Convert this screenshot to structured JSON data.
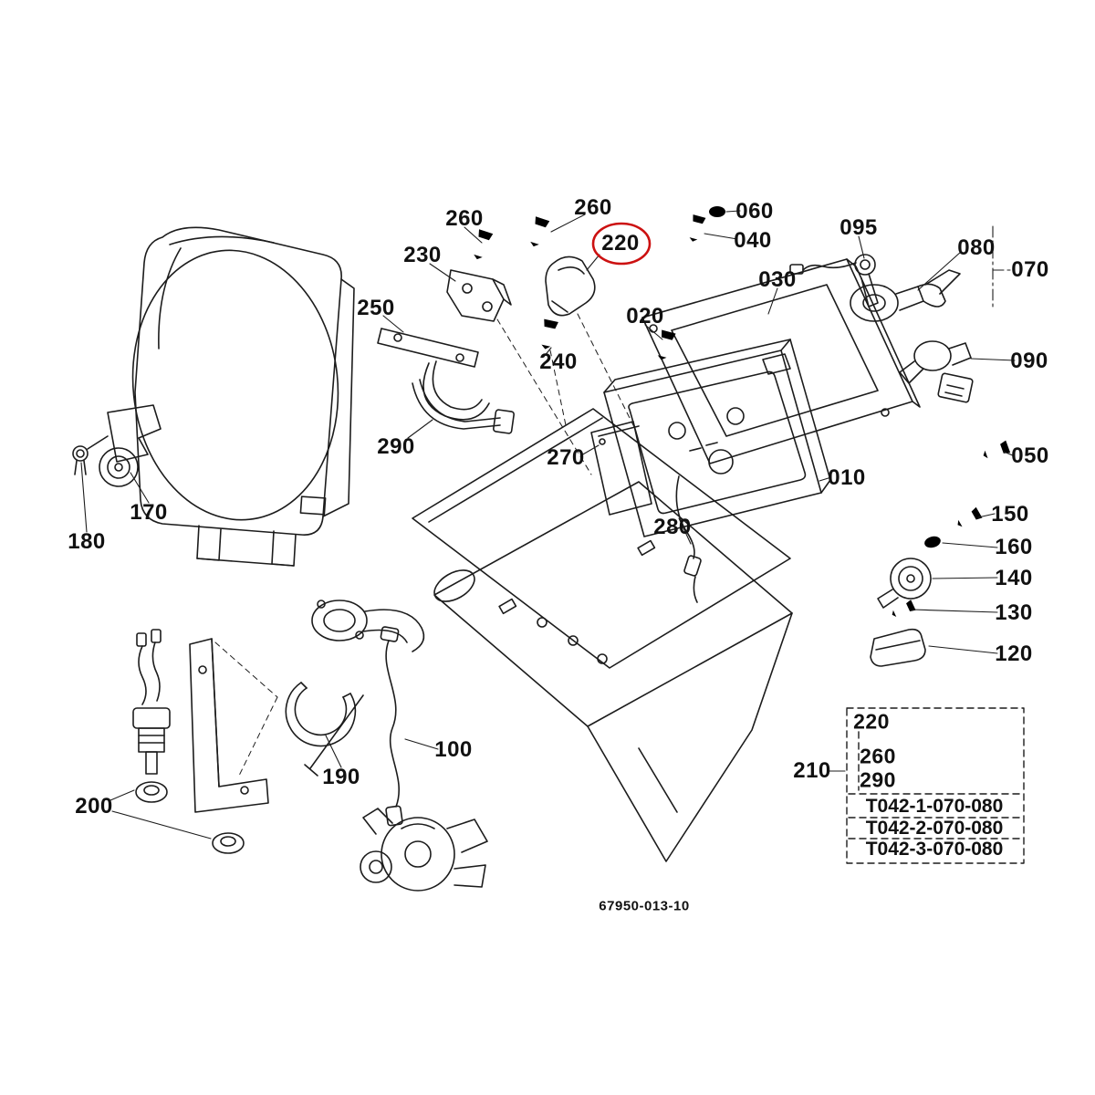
{
  "diagram": {
    "drawing_number": "67950-013-10",
    "highlight": {
      "part": "220",
      "color": "#cc1111"
    },
    "labels": {
      "l260a": "260",
      "l230": "230",
      "l260b": "260",
      "l220": "220",
      "l060": "060",
      "l040": "040",
      "l095": "095",
      "l080": "080",
      "l070": "070",
      "l030": "030",
      "l250": "250",
      "l020": "020",
      "l240": "240",
      "l090": "090",
      "l290": "290",
      "l270": "270",
      "l010": "010",
      "l050": "050",
      "l150": "150",
      "l160": "160",
      "l170": "170",
      "l180": "180",
      "l280": "280",
      "l140": "140",
      "l130": "130",
      "l120": "120",
      "l100": "100",
      "l190": "190",
      "l200": "200",
      "l210": "210"
    },
    "reference_box": {
      "row1": "220",
      "row2": "260",
      "row3": "290",
      "code1": "T042-1-070-080",
      "code2": "T042-2-070-080",
      "code3": "T042-3-070-080"
    }
  }
}
